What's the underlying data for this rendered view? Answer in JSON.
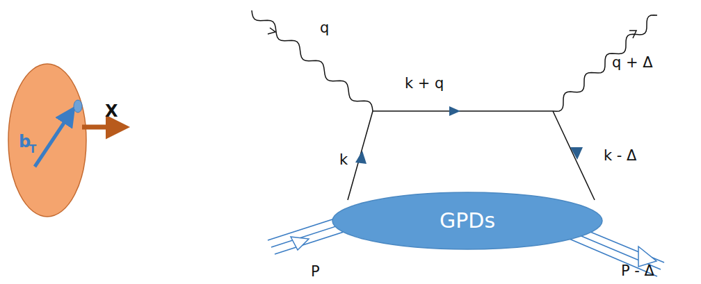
{
  "diagram": {
    "nodes": [
      {
        "text": [
          "GPDs"
        ]
      }
    ],
    "labels": [
      "b",
      "T",
      "X",
      "q",
      "k + q",
      "q + Δ",
      "k",
      "k - Δ",
      "P",
      "P - Δ"
    ]
  }
}
